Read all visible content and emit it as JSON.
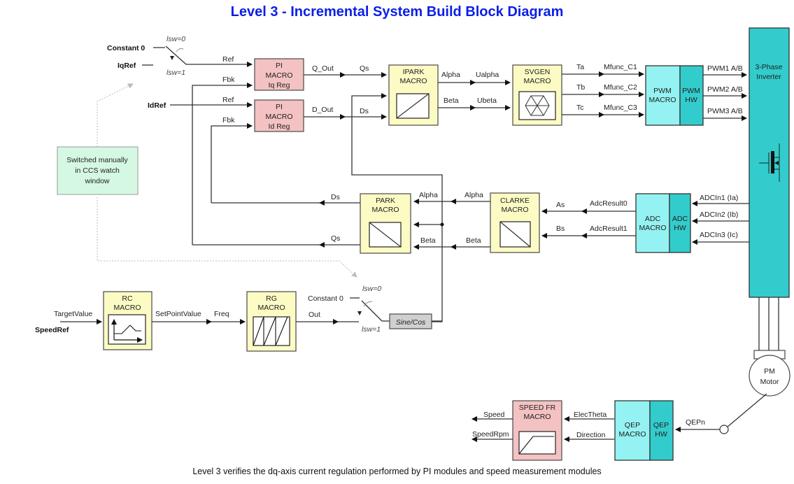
{
  "title": "Level 3 - Incremental System Build Block Diagram",
  "caption": "Level 3 verifies the dq-axis current regulation performed by PI modules and speed measurement modules",
  "colors": {
    "title": "#0b1ee8",
    "macro_yellow": "#fdfbc4",
    "macro_pink": "#f4c2c2",
    "hw_light_cyan": "#94f2f2",
    "hw_dark_cyan": "#33cccc",
    "note_green": "#d5f8e2"
  },
  "inputs": {
    "constant0_top": "Constant 0",
    "iqref": "IqRef",
    "idref": "IdRef",
    "speedref": "SpeedRef",
    "constant0_bottom": "Constant 0"
  },
  "switches": {
    "top": {
      "lsw0": "lsw=0",
      "lsw1": "lsw=1"
    },
    "bottom": {
      "lsw0": "lsw=0",
      "lsw1": "lsw=1"
    }
  },
  "note": {
    "lines": [
      "Switched manually",
      "in CCS watch",
      "window"
    ]
  },
  "blocks": {
    "pi_iq": {
      "lines": [
        "PI",
        "MACRO",
        "Iq Reg"
      ]
    },
    "pi_id": {
      "lines": [
        "PI",
        "MACRO",
        "Id Reg"
      ]
    },
    "ipark": {
      "lines": [
        "IPARK",
        "MACRO"
      ]
    },
    "svgen": {
      "lines": [
        "SVGEN",
        "MACRO"
      ]
    },
    "pwm_macro": {
      "lines": [
        "PWM",
        "MACRO"
      ]
    },
    "pwm_hw": {
      "lines": [
        "PWM",
        "HW"
      ]
    },
    "inverter": {
      "lines": [
        "3-Phase",
        "Inverter"
      ]
    },
    "park": {
      "lines": [
        "PARK",
        "MACRO"
      ]
    },
    "clarke": {
      "lines": [
        "CLARKE",
        "MACRO"
      ]
    },
    "adc_macro": {
      "lines": [
        "ADC",
        "MACRO"
      ]
    },
    "adc_hw": {
      "lines": [
        "ADC",
        "HW"
      ]
    },
    "rc": {
      "lines": [
        "RC",
        "MACRO"
      ]
    },
    "rg": {
      "lines": [
        "RG",
        "MACRO"
      ]
    },
    "sincos": {
      "label": "Sine/Cos"
    },
    "speed_fr": {
      "lines": [
        "SPEED FR",
        "MACRO"
      ]
    },
    "qep_macro": {
      "lines": [
        "QEP",
        "MACRO"
      ]
    },
    "qep_hw": {
      "lines": [
        "QEP",
        "HW"
      ]
    },
    "motor": {
      "lines": [
        "PM",
        "Motor"
      ]
    }
  },
  "signals": {
    "ref_iq": "Ref",
    "fbk_iq": "Fbk",
    "ref_id": "Ref",
    "fbk_id": "Fbk",
    "q_out": "Q_Out",
    "qs_in": "Qs",
    "d_out": "D_Out",
    "ds_in": "Ds",
    "alpha_out": "Alpha",
    "ualpha": "Ualpha",
    "beta_out": "Beta",
    "ubeta": "Ubeta",
    "ta": "Ta",
    "tb": "Tb",
    "tc": "Tc",
    "mfunc_c1": "Mfunc_C1",
    "mfunc_c2": "Mfunc_C2",
    "mfunc_c3": "Mfunc_C3",
    "pwm1": "PWM1 A/B",
    "pwm2": "PWM2 A/B",
    "pwm3": "PWM3 A/B",
    "park_ds": "Ds",
    "park_qs": "Qs",
    "park_alpha": "Alpha",
    "park_beta": "Beta",
    "clarke_alpha": "Alpha",
    "clarke_beta": "Beta",
    "as": "As",
    "bs": "Bs",
    "adcresult0": "AdcResult0",
    "adcresult1": "AdcResult1",
    "adcin1": "ADCIn1 (Ia)",
    "adcin2": "ADCIn2 (Ib)",
    "adcin3": "ADCIn3 (Ic)",
    "targetvalue": "TargetValue",
    "setpointvalue": "SetPointValue",
    "freq": "Freq",
    "out": "Out",
    "speed": "Speed",
    "speedrpm": "SpeedRpm",
    "electheta": "ElecTheta",
    "direction": "Direction",
    "qepn": "QEPn"
  }
}
